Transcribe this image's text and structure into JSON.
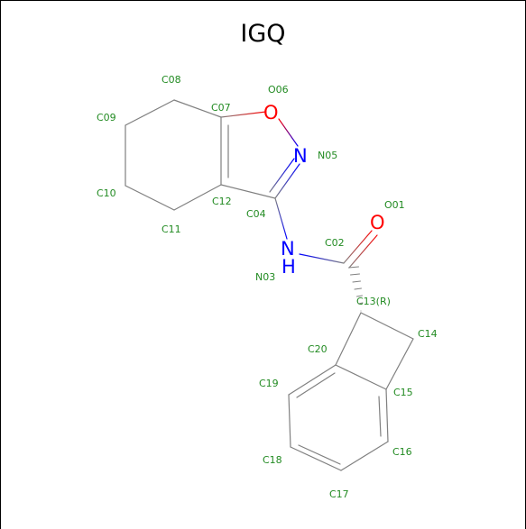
{
  "title": "IGQ",
  "colors": {
    "bond": "#808080",
    "carbon_label": "#228B22",
    "nitrogen": "#0000FF",
    "oxygen": "#FF0000"
  },
  "atoms": {
    "c08": "C08",
    "c09": "C09",
    "c10": "C10",
    "c11": "C11",
    "c12": "C12",
    "c07": "C07",
    "o06": "O06",
    "n05": "N05",
    "c04": "C04",
    "n03": "N03",
    "c02": "C02",
    "o01": "O01",
    "c13": "C13(R)",
    "c14": "C14",
    "c15": "C15",
    "c16": "C16",
    "c17": "C17",
    "c18": "C18",
    "c19": "C19",
    "c20": "C20"
  },
  "elements": {
    "o06": "O",
    "n05": "N",
    "n03_n": "N",
    "n03_h": "H",
    "o01": "O"
  }
}
